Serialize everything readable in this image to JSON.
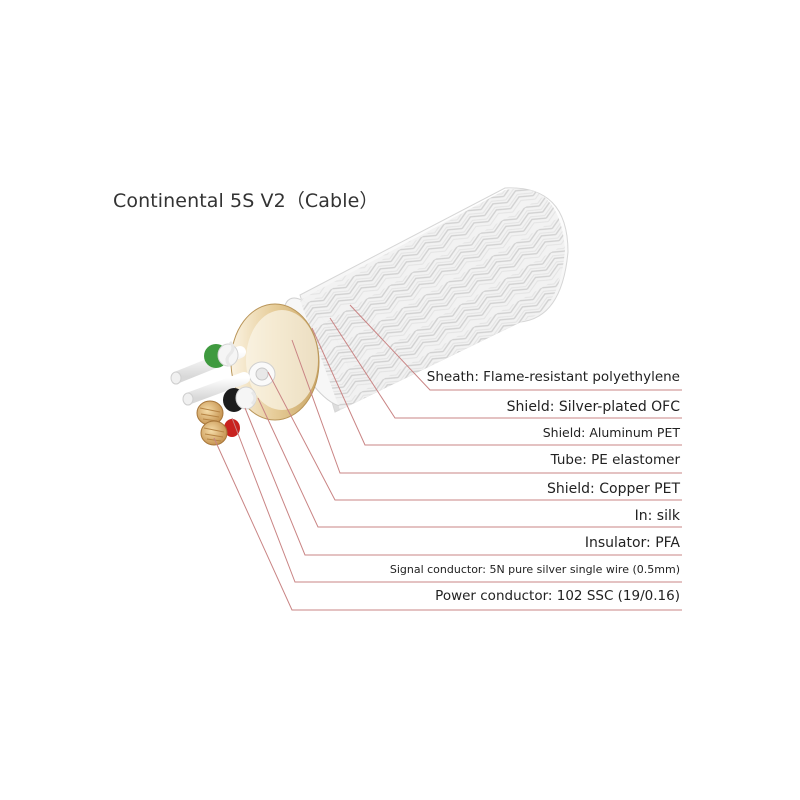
{
  "title": "Continental 5S V2（Cable）",
  "labels": {
    "sheath": "Sheath: Flame-resistant polyethylene",
    "shield_silver": "Shield: Silver-plated OFC",
    "shield_aluminum": "Shield: Aluminum PET",
    "tube": "Tube: PE elastomer",
    "shield_copper": "Shield: Copper PET",
    "in_silk": "In: silk",
    "insulator": "Insulator: PFA",
    "signal_conductor": "Signal conductor: 5N pure silver single wire (0.5mm)",
    "power_conductor": "Power conductor: 102 SSC (19/0.16)"
  },
  "colors": {
    "leader_line": "#c98484",
    "sheath": "#f4f4f4",
    "braid": "#e8e8e8",
    "aluminum": "#f2ead8",
    "gold_layer": "#d9bf8a",
    "green_marker": "#3f9a3f",
    "red_marker": "#c8221f",
    "black_marker": "#1c1c1c",
    "copper": "#d8a866"
  }
}
